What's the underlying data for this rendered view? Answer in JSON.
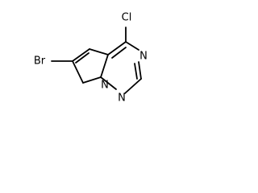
{
  "molecule": {
    "atoms": {
      "br": "Br",
      "cl": "Cl",
      "n_top": "N",
      "n_bridge": "N",
      "n_bottom": "N"
    }
  }
}
